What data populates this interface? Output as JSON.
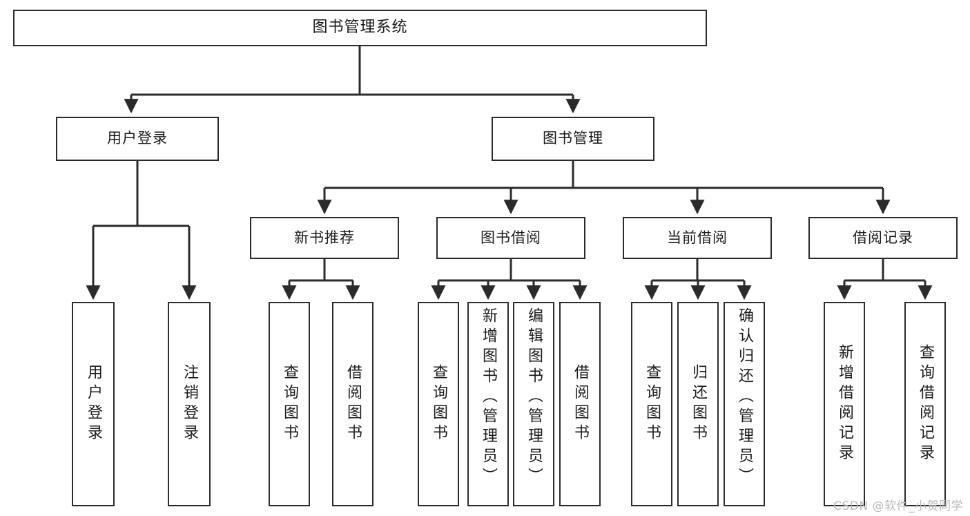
{
  "diagram": {
    "title": "图书管理系统",
    "type": "hierarchy-tree",
    "watermark": "CSDN @软件_小贺同学",
    "root": {
      "id": "root",
      "label": "图书管理系统"
    },
    "level2": [
      {
        "id": "user-login",
        "label": "用户登录"
      },
      {
        "id": "book-manage",
        "label": "图书管理"
      }
    ],
    "level3": [
      {
        "id": "new-book-recommend",
        "label": "新书推荐",
        "parent": "book-manage"
      },
      {
        "id": "book-borrow",
        "label": "图书借阅",
        "parent": "book-manage"
      },
      {
        "id": "current-borrow",
        "label": "当前借阅",
        "parent": "book-manage"
      },
      {
        "id": "borrow-record",
        "label": "借阅记录",
        "parent": "book-manage"
      }
    ],
    "leaves": [
      {
        "id": "leaf-user-login",
        "label": "用户登录",
        "parent": "user-login"
      },
      {
        "id": "leaf-logout-login",
        "label": "注销登录",
        "parent": "user-login"
      },
      {
        "id": "leaf-query-book-1",
        "label": "查询图书",
        "parent": "new-book-recommend"
      },
      {
        "id": "leaf-borrow-book-1",
        "label": "借阅图书",
        "parent": "new-book-recommend"
      },
      {
        "id": "leaf-query-book-2",
        "label": "查询图书",
        "parent": "book-borrow"
      },
      {
        "id": "leaf-add-book",
        "label": "新增图书（管理员）",
        "parent": "book-borrow"
      },
      {
        "id": "leaf-edit-book",
        "label": "编辑图书（管理员）",
        "parent": "book-borrow"
      },
      {
        "id": "leaf-borrow-book-2",
        "label": "借阅图书",
        "parent": "book-borrow"
      },
      {
        "id": "leaf-query-book-3",
        "label": "查询图书",
        "parent": "current-borrow"
      },
      {
        "id": "leaf-return-book",
        "label": "归还图书",
        "parent": "current-borrow"
      },
      {
        "id": "leaf-confirm-return",
        "label": "确认归还（管理员）",
        "parent": "current-borrow"
      },
      {
        "id": "leaf-add-record",
        "label": "新增借阅记录",
        "parent": "borrow-record"
      },
      {
        "id": "leaf-query-record",
        "label": "查询借阅记录",
        "parent": "borrow-record"
      }
    ],
    "colors": {
      "stroke": "#2b2b2b",
      "fill": "#ffffff",
      "text": "#1a1a1a",
      "watermark": "#b9b9b9"
    }
  }
}
